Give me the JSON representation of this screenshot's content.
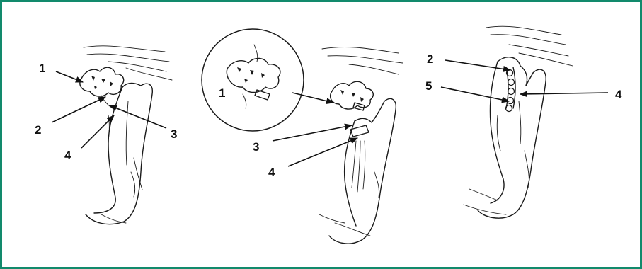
{
  "frame": {
    "border_color": "#128a6c"
  },
  "panels": [
    {
      "id": "left",
      "labels": [
        "1",
        "2",
        "3",
        "4"
      ]
    },
    {
      "id": "middle",
      "inset_label": "1",
      "labels": [
        "3",
        "4"
      ]
    },
    {
      "id": "right",
      "labels": [
        "2",
        "5",
        "4"
      ]
    }
  ]
}
